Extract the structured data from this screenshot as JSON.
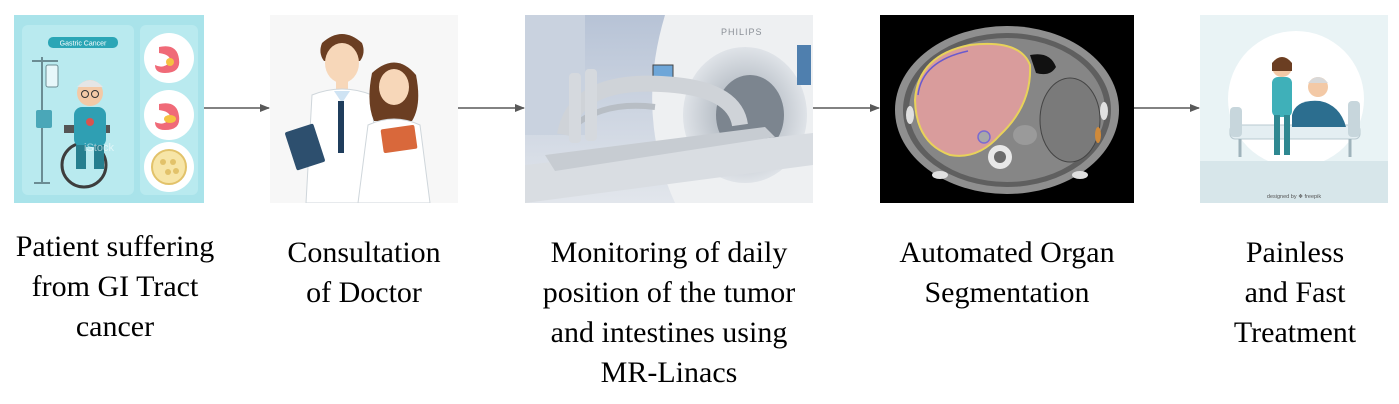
{
  "steps": [
    {
      "id": "patient",
      "image_text": {
        "banner": "Gastric Cancer",
        "watermark": "iStock"
      },
      "caption_lines": [
        "Patient suffering",
        "from GI Tract",
        "cancer"
      ]
    },
    {
      "id": "doctor",
      "caption_lines": [
        "Consultation",
        "of Doctor"
      ]
    },
    {
      "id": "mr-linac",
      "image_text": {
        "brand": "PHILIPS"
      },
      "caption_lines": [
        "Monitoring of daily",
        "position of the tumor",
        "and intestines using",
        "MR-Linacs"
      ]
    },
    {
      "id": "segmentation",
      "caption_lines": [
        "Automated Organ",
        "Segmentation"
      ]
    },
    {
      "id": "treatment",
      "image_text": {
        "credit": "designed by ❖ freepik"
      },
      "caption_lines": [
        "Painless",
        "and Fast",
        "Treatment"
      ]
    }
  ],
  "colors": {
    "arrow": "#595959",
    "panel_bg": "#a9e3ea",
    "scan_bg": "#000000",
    "liver_overlay": "#e8a0a0",
    "treatment_bg": "#e9f3f5"
  }
}
